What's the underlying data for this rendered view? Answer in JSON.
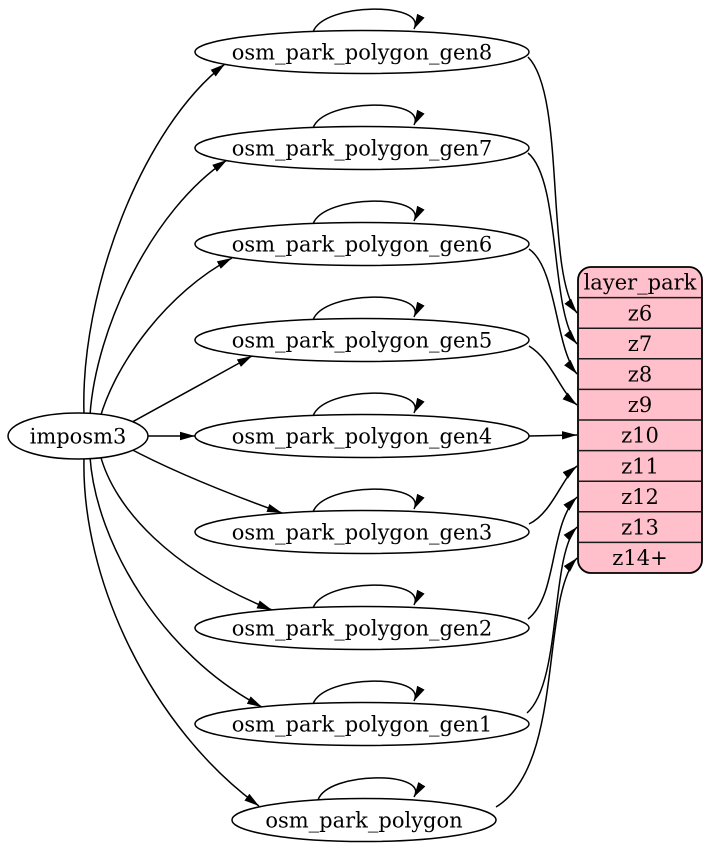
{
  "diagram": {
    "source_node": {
      "label": "imposm3"
    },
    "tables": [
      {
        "label": "osm_park_polygon_gen8"
      },
      {
        "label": "osm_park_polygon_gen7"
      },
      {
        "label": "osm_park_polygon_gen6"
      },
      {
        "label": "osm_park_polygon_gen5"
      },
      {
        "label": "osm_park_polygon_gen4"
      },
      {
        "label": "osm_park_polygon_gen3"
      },
      {
        "label": "osm_park_polygon_gen2"
      },
      {
        "label": "osm_park_polygon_gen1"
      },
      {
        "label": "osm_park_polygon"
      }
    ],
    "layer_node": {
      "title": "layer_park",
      "rows": [
        "z6",
        "z7",
        "z8",
        "z9",
        "z10",
        "z11",
        "z12",
        "z13",
        "z14+"
      ]
    },
    "edges": {
      "from_source_to": [
        "osm_park_polygon_gen8",
        "osm_park_polygon_gen7",
        "osm_park_polygon_gen6",
        "osm_park_polygon_gen5",
        "osm_park_polygon_gen4",
        "osm_park_polygon_gen3",
        "osm_park_polygon_gen2",
        "osm_park_polygon_gen1",
        "osm_park_polygon"
      ],
      "self_loops": [
        "osm_park_polygon_gen8",
        "osm_park_polygon_gen7",
        "osm_park_polygon_gen6",
        "osm_park_polygon_gen5",
        "osm_park_polygon_gen4",
        "osm_park_polygon_gen3",
        "osm_park_polygon_gen2",
        "osm_park_polygon_gen1",
        "osm_park_polygon"
      ],
      "to_layer": [
        {
          "table": "osm_park_polygon_gen8",
          "zoom": "z6"
        },
        {
          "table": "osm_park_polygon_gen7",
          "zoom": "z7"
        },
        {
          "table": "osm_park_polygon_gen6",
          "zoom": "z8"
        },
        {
          "table": "osm_park_polygon_gen5",
          "zoom": "z9"
        },
        {
          "table": "osm_park_polygon_gen4",
          "zoom": "z10"
        },
        {
          "table": "osm_park_polygon_gen3",
          "zoom": "z11"
        },
        {
          "table": "osm_park_polygon_gen2",
          "zoom": "z12"
        },
        {
          "table": "osm_park_polygon_gen1",
          "zoom": "z13"
        },
        {
          "table": "osm_park_polygon",
          "zoom": "z14+"
        }
      ]
    },
    "colors": {
      "layer_fill": "#ffc0cb",
      "table_fill": "#ffffff",
      "stroke": "#000000",
      "background": "#ffffff"
    }
  }
}
